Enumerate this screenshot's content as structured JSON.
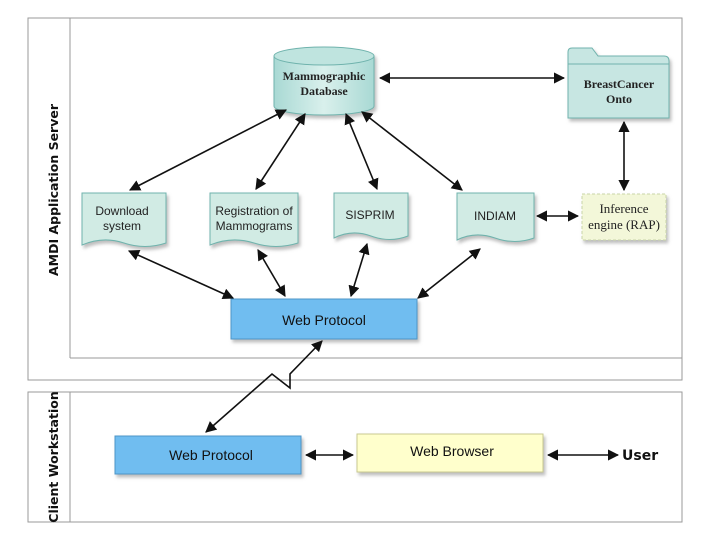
{
  "sections": {
    "server": "AMDI Application Server",
    "client": "Client Workstation"
  },
  "nodes": {
    "database": [
      "Mammographic",
      "Database"
    ],
    "ontology": [
      "BreastCancer",
      "Onto"
    ],
    "download": [
      "Download",
      "system"
    ],
    "registration": [
      "Registration of",
      "Mammograms"
    ],
    "sisprim": "SISPRIM",
    "indiam": "INDIAM",
    "inference": [
      "Inference",
      "engine (RAP)"
    ],
    "web_protocol_server": "Web Protocol",
    "web_protocol_client": "Web Protocol",
    "web_browser": "Web Browser",
    "user": "User"
  },
  "colors": {
    "teal_fill": "#c7e6e2",
    "teal_stroke": "#6fb3ad",
    "doc_fill": "#d1ebe4",
    "inference_fill": "#f3f7d9",
    "blue_fill": "#6fbdf0",
    "browser_fill": "#ffffcc"
  }
}
